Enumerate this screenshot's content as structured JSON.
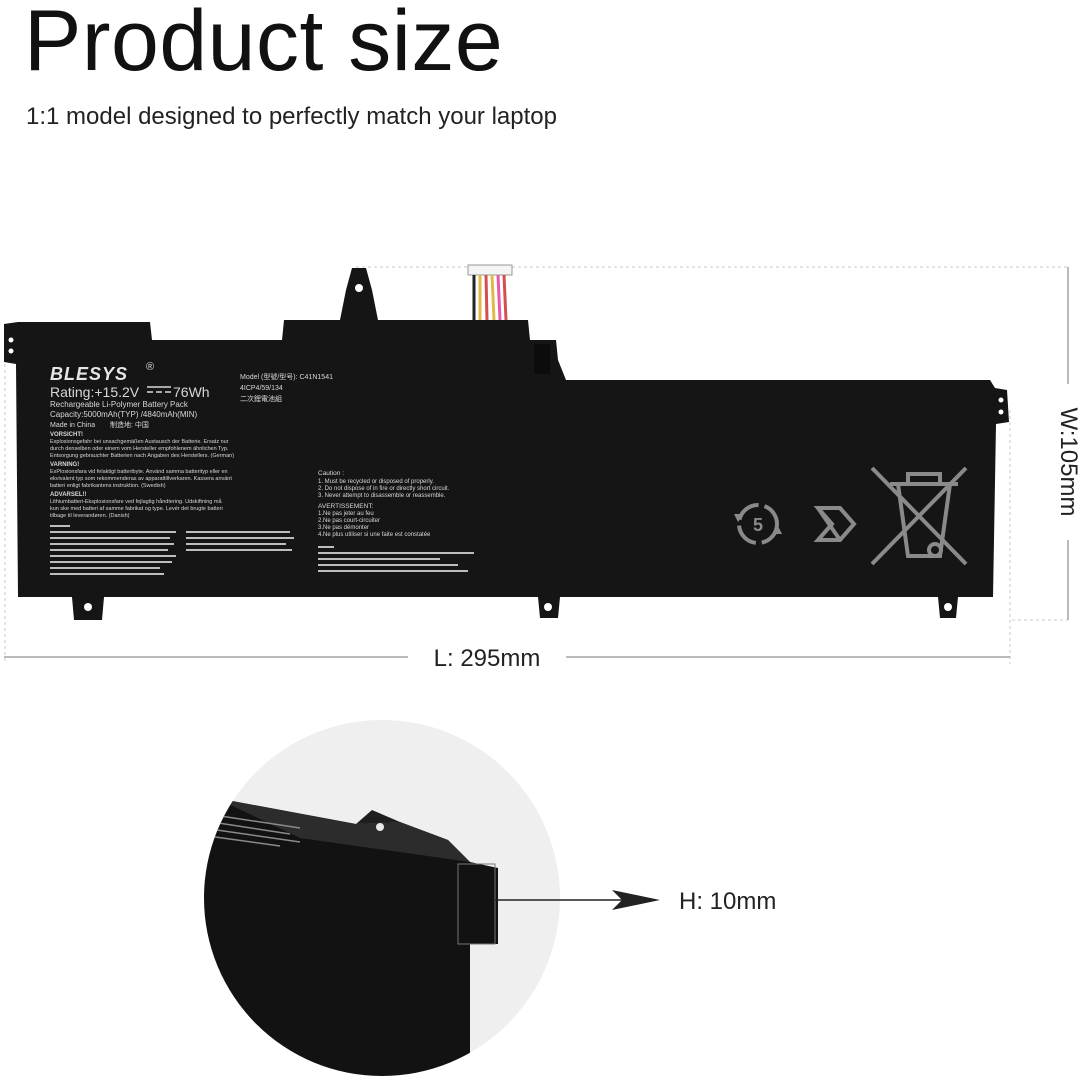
{
  "header": {
    "title": "Product size",
    "subtitle": "1:1 model designed to perfectly match your laptop"
  },
  "dimensions": {
    "length": "L: 295mm",
    "width": "W:105mm",
    "height": "H: 10mm"
  },
  "battery_label": {
    "brand": "BLESYS",
    "registered": "®",
    "rating": "Rating:+15.2V",
    "wh": "76Wh",
    "type": "Rechargeable Li-Polymer Battery Pack",
    "capacity": "Capacity:5000mAh(TYP) /4840mAh(MIN)",
    "made": "Made in China",
    "made_cn": "制造地: 中国",
    "model": "Model (型號/型号): C41N1541",
    "cell": "4ICP4/59/134",
    "cell_cn": "二次鋰電池組",
    "warn1_head": "VORSICHT!",
    "warn1_lines": [
      "Explosionsgefahr bei unsachgemäßen Austausch der Batterie. Ersatz nur",
      "durch denselben oder einem vom Hersteller empfohlenem ähnlichen Typ.",
      "Entsorgung gebrauchter Batterien nach Angaben des Herstellers. (German)"
    ],
    "warn2_head": "VARNING!",
    "warn2_lines": [
      "ExPlosionsfara vid felaktigt batteribyte. Använd samma batterityp eller en",
      "ekvivalent typ som rekommenderas av apparattillverkaren. Kassera använt",
      "batteri enligt fabrikantens instruktion. (Swedish)"
    ],
    "warn3_head": "ADVARSEL!!",
    "warn3_lines": [
      "Lithiumbatteri-Eksplosionsfare ved fejlagtig håndtering. Udskiftning må",
      "kun ske med batteri af samme fabrikat og type. Levér det brugte batteri",
      "tilbage til leverandøren. (Danish)"
    ],
    "caution_head": "Caution :",
    "caution_lines": [
      "1. Must be recycled or disposed of properly.",
      "2. Do not dispose of in fire or directly short circuit.",
      "3. Never attempt to disassemble or reassemble."
    ],
    "avert_head": "AVERTISSEMENT:",
    "avert_lines": [
      "1.Ne pas jeter au feu",
      "2.Ne pas court-circuiter",
      "3.Ne pas démonter",
      "4.Ne plus utiliser si une faite est constatée"
    ],
    "recycle_number": "5"
  },
  "colors": {
    "battery_body": "#151515",
    "label_text": "#d8d8d8",
    "dim_line": "#777777",
    "circle_bg": "#efefef"
  },
  "icons": {
    "recycle": "recycle-5-icon",
    "mobius": "mobius-recycle-icon",
    "weee": "crossed-out-bin-icon",
    "connector": "connector-wires-icon",
    "arrow": "arrow-right-icon"
  }
}
